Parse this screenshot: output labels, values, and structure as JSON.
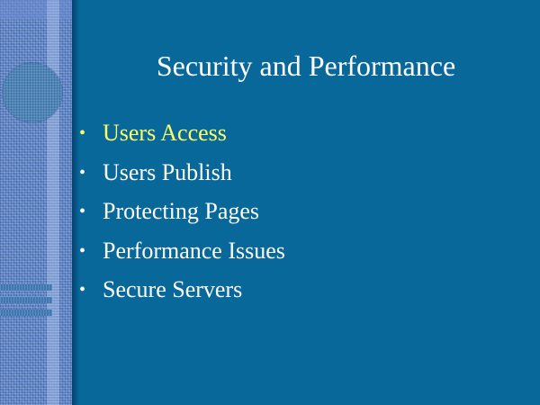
{
  "slide": {
    "title": "Security and Performance",
    "bullet_glyph": "•",
    "bullets": [
      {
        "text": "Users Access",
        "highlighted": true
      },
      {
        "text": "Users Publish",
        "highlighted": false
      },
      {
        "text": "Protecting Pages",
        "highlighted": false
      },
      {
        "text": "Performance Issues",
        "highlighted": false
      },
      {
        "text": "Secure Servers",
        "highlighted": false
      }
    ]
  },
  "colors": {
    "background": "#08689a",
    "text": "#ffffff",
    "highlight": "#ffff66",
    "band": "#5c84c4"
  }
}
